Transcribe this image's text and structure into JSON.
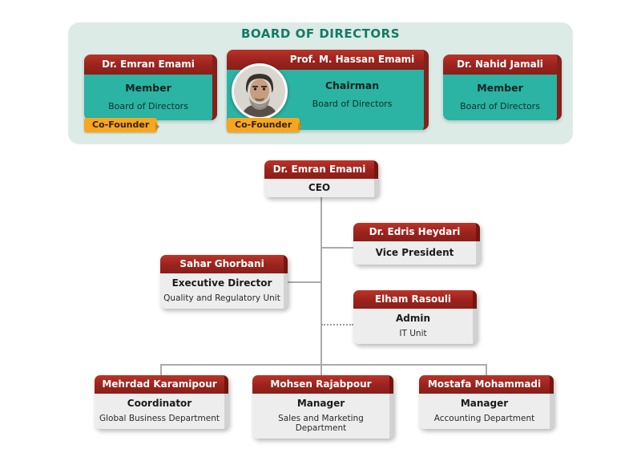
{
  "board": {
    "title": "BOARD OF DIRECTORS",
    "members": [
      {
        "name": "Dr. Emran Emami",
        "role": "Member",
        "org": "Board of Directors",
        "badge": "Co-Founder"
      },
      {
        "name": "Prof. M. Hassan Emami",
        "role": "Chairman",
        "org": "Board of Directors",
        "badge": "Co-Founder",
        "avatar_icon": "portrait-man-icon"
      },
      {
        "name": "Dr. Nahid Jamali",
        "role": "Member",
        "org": "Board of Directors",
        "badge": ""
      }
    ]
  },
  "org": {
    "nodes": [
      {
        "name": "Dr. Emran Emami",
        "title": "CEO",
        "unit": ""
      },
      {
        "name": "Dr. Edris Heydari",
        "title": "Vice President",
        "unit": ""
      },
      {
        "name": "Sahar Ghorbani",
        "title": "Executive Director",
        "unit": "Quality and Regulatory Unit"
      },
      {
        "name": "Elham Rasouli",
        "title": "Admin",
        "unit": "IT Unit"
      },
      {
        "name": "Mehrdad Karamipour",
        "title": "Coordinator",
        "unit": "Global Business Department"
      },
      {
        "name": "Mohsen Rajabpour",
        "title": "Manager",
        "unit": "Sales and Marketing Department"
      },
      {
        "name": "Mostafa Mohammadi",
        "title": "Manager",
        "unit": "Accounting Department"
      }
    ]
  },
  "colors": {
    "header_red": "#9a231d",
    "teal_body": "#2bb3a3",
    "badge_orange": "#f7a71f",
    "panel_mint": "#dcebe6",
    "title_teal": "#147a66",
    "connector_gray": "#ababab"
  }
}
